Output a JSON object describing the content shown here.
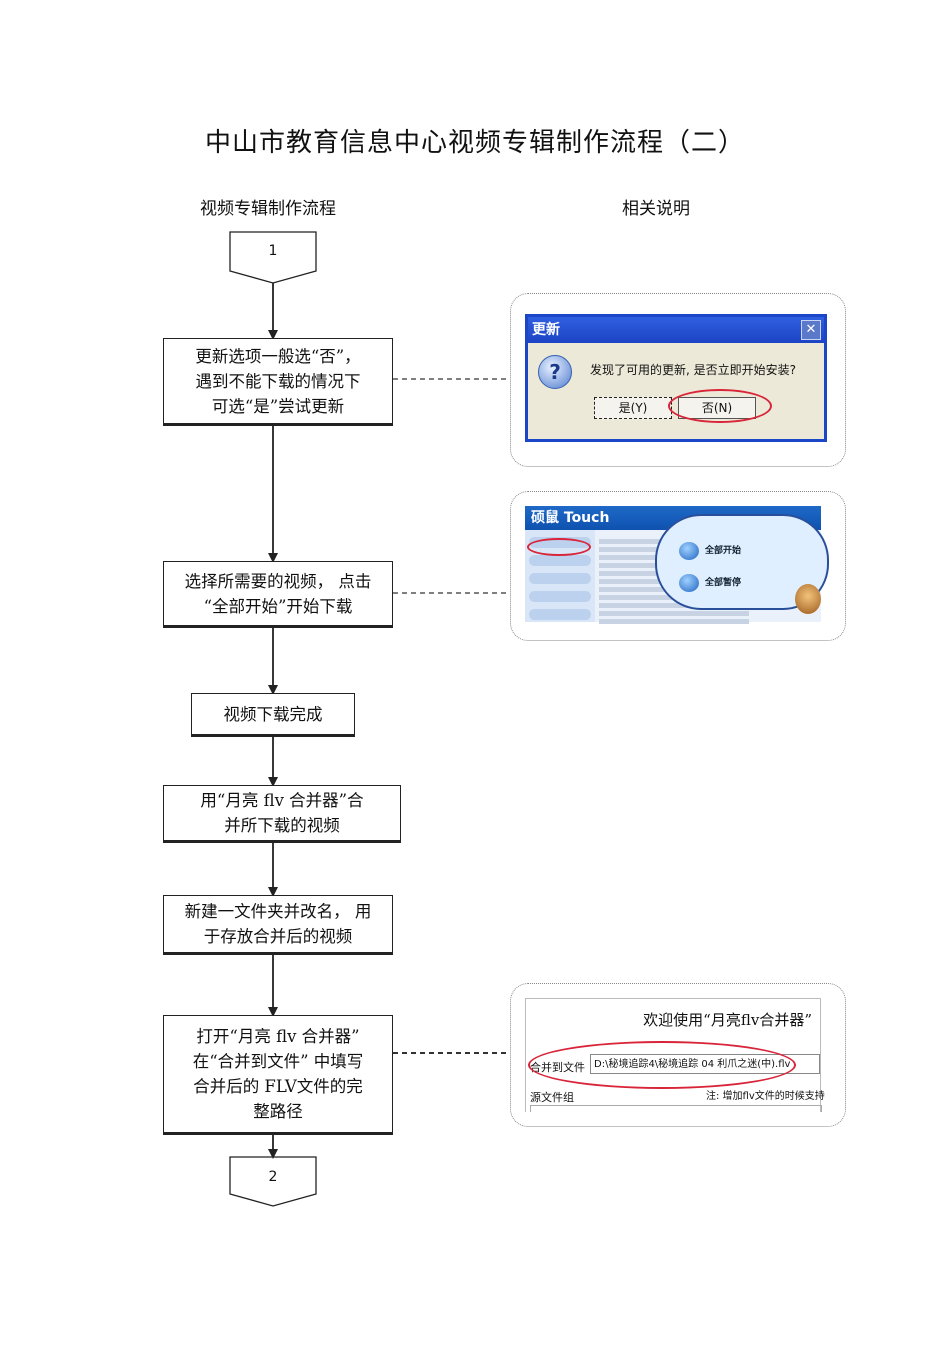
{
  "title": "中山市教育信息中心视频专辑制作流程（二）",
  "columns": {
    "left": "视频专辑制作流程",
    "right": "相关说明"
  },
  "flow": {
    "start_ref": "1",
    "end_ref": "2",
    "steps": [
      "更新选项一般选“否”，\n遇到不能下载的情况下\n可选“是”尝试更新",
      "选择所需要的视频，  点击\n“全部开始”开始下载",
      "视频下载完成",
      "用“月亮  flv   合并器”合\n并所下载的视频",
      "新建一文件夹并改名，  用\n于存放合并后的视频",
      "打开“月亮  flv   合并器”\n在“合并到文件” 中填写\n合并后的  FLV文件的完\n整路径"
    ]
  },
  "update_dialog": {
    "title": "更新",
    "message": "发现了可用的更新, 是否立即开始安装?",
    "yes": "是(Y)",
    "no": "否(N)"
  },
  "touch_app": {
    "name": "硕鼠 Touch",
    "start_all": "全部开始",
    "pause_all": "全部暂停"
  },
  "merger_app": {
    "welcome": "欢迎使用“月亮flv合并器”",
    "merge_to_label": "合并到文件",
    "merge_to_value": "D:\\秘境追踪4\\秘境追踪 04 利爪之迷(中).flv",
    "source_label": "源文件组",
    "note": "注: 增加flv文件的时候支持"
  },
  "colors": {
    "line": "#222222",
    "dialog_blue": "#1b46c8",
    "highlight_red": "#d8253a"
  }
}
